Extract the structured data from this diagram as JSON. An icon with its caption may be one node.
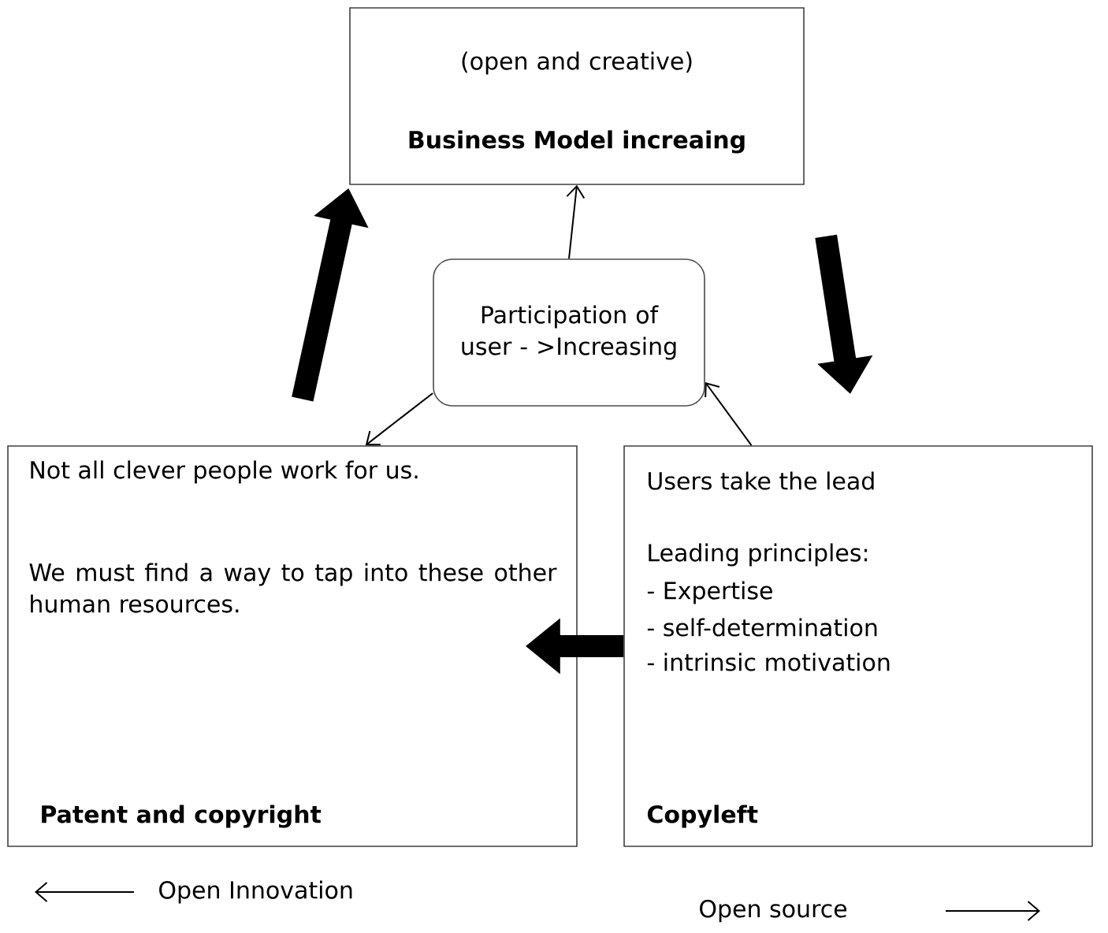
{
  "diagram": {
    "nodes": [
      {
        "text": [
          "(open  and creative)",
          "Business Model  increaing"
        ]
      },
      {
        "text": [
          "Participation of user - >Increasing"
        ]
      },
      {
        "text": [
          "Not all clever people work for us.",
          "We must find a way to tap into these other human resources.",
          "Patent and copyright"
        ]
      },
      {
        "text": [
          "Users take the lead",
          "Leading principles:",
          "-   Expertise",
          "- self-determination",
          "-   intrinsic motivation",
          "Copyleft"
        ]
      }
    ],
    "edges": [
      {
        "from": 1,
        "to": 0,
        "arrow": "to"
      },
      {
        "from": 1,
        "to": 2,
        "arrow": "to"
      },
      {
        "from": 3,
        "to": 1,
        "arrow": "to"
      },
      {
        "from": 2,
        "to": 0,
        "arrow": "to",
        "style": "thick"
      },
      {
        "from": 0,
        "to": 3,
        "arrow": "to",
        "style": "thick"
      },
      {
        "from": 3,
        "to": 2,
        "arrow": "to",
        "style": "thick"
      }
    ],
    "labels": [
      "Open Innovation",
      "Open source"
    ]
  }
}
